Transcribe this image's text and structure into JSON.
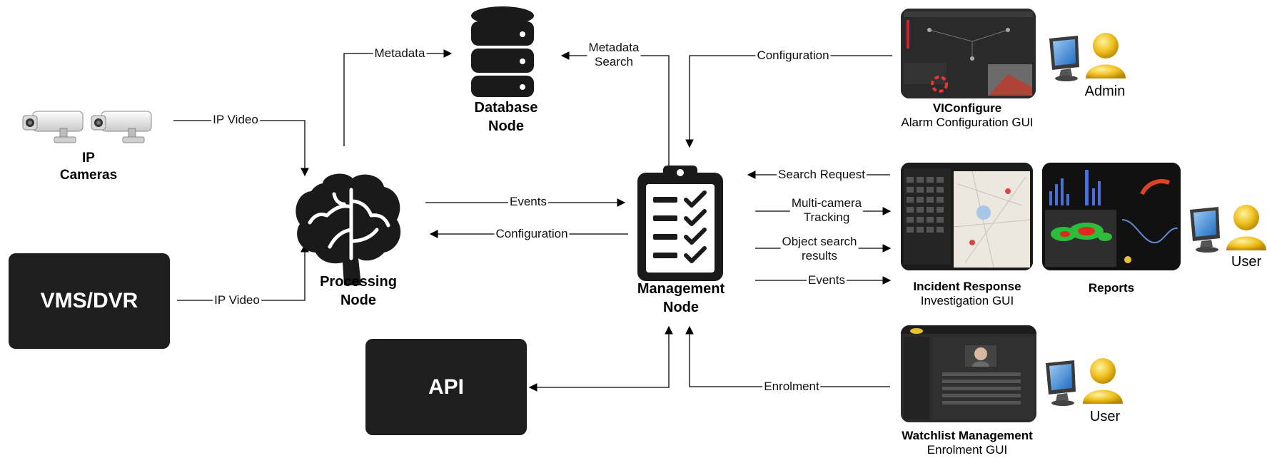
{
  "nodes": {
    "ip_cameras": "IP\nCameras",
    "vms": "VMS/DVR",
    "api": "API",
    "processing": "Processing\nNode",
    "database": "Database\nNode",
    "management": "Management\nNode"
  },
  "edges": {
    "ip_video_cameras": "IP Video",
    "ip_video_vms": "IP Video",
    "metadata": "Metadata",
    "metadata_search": "Metadata\nSearch",
    "configuration_top": "Configuration",
    "events_pm": "Events",
    "configuration_mp": "Configuration",
    "search_request": "Search Request",
    "multi_camera": "Multi-camera\nTracking",
    "object_search": "Object search\nresults",
    "events_out": "Events",
    "enrolment": "Enrolment"
  },
  "guis": {
    "viconfigure": {
      "title": "VIConfigure",
      "subtitle": "Alarm Configuration GUI"
    },
    "incident": {
      "title": "Incident Response",
      "subtitle": "Investigation GUI"
    },
    "reports": {
      "title": "Reports"
    },
    "watchlist": {
      "title": "Watchlist Management",
      "subtitle": "Enrolment GUI"
    }
  },
  "roles": {
    "admin": "Admin",
    "user1": "User",
    "user2": "User"
  },
  "colors": {
    "node_dark": "#1e1e1e",
    "user_gold": "#e8b400",
    "monitor_blue": "#2f7fd0",
    "heatmap_red": "#e0281e",
    "heatmap_green": "#2ebd3a"
  },
  "icons": [
    "camera-icon",
    "brain-icon",
    "database-icon",
    "clipboard-icon",
    "monitor-icon",
    "user-icon"
  ]
}
